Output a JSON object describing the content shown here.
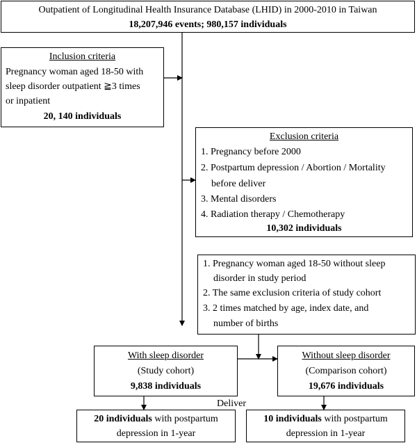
{
  "top": {
    "line1": "Outpatient of Longitudinal Health Insurance Database (LHID) in 2000-2010 in Taiwan",
    "line2": "18,207,946 events; 980,157 individuals"
  },
  "inclusion": {
    "title": "Inclusion criteria",
    "lines": [
      "Pregnancy woman aged 18-50 with",
      "sleep disorder outpatient ≧3 times",
      "or inpatient"
    ],
    "count": "20, 140 individuals"
  },
  "exclusion": {
    "title": "Exclusion criteria",
    "items": [
      "1. Pregnancy before 2000",
      "2. Postpartum depression / Abortion / Mortality",
      "before deliver",
      "3. Mental disorders",
      "4. Radiation therapy / Chemotherapy"
    ],
    "count": "10,302 individuals"
  },
  "matching": {
    "items": [
      "1. Pregnancy woman aged 18-50 without sleep",
      "disorder in study period",
      "2. The same exclusion criteria of study cohort",
      "3. 2 times matched by age, index date, and",
      "number of births"
    ]
  },
  "study": {
    "title": "With sleep disorder",
    "sub": "(Study cohort)",
    "count": "9,838 individuals"
  },
  "comparison": {
    "title": "Without sleep disorder",
    "sub": "(Comparison cohort)",
    "count": "19,676 individuals"
  },
  "deliver_label": "Deliver",
  "outcome_study": {
    "bold": "20 individuals",
    "rest": " with postpartum",
    "line2": "depression in 1-year"
  },
  "outcome_comparison": {
    "bold": "10 individuals",
    "rest": " with postpartum",
    "line2": "depression in 1-year"
  }
}
